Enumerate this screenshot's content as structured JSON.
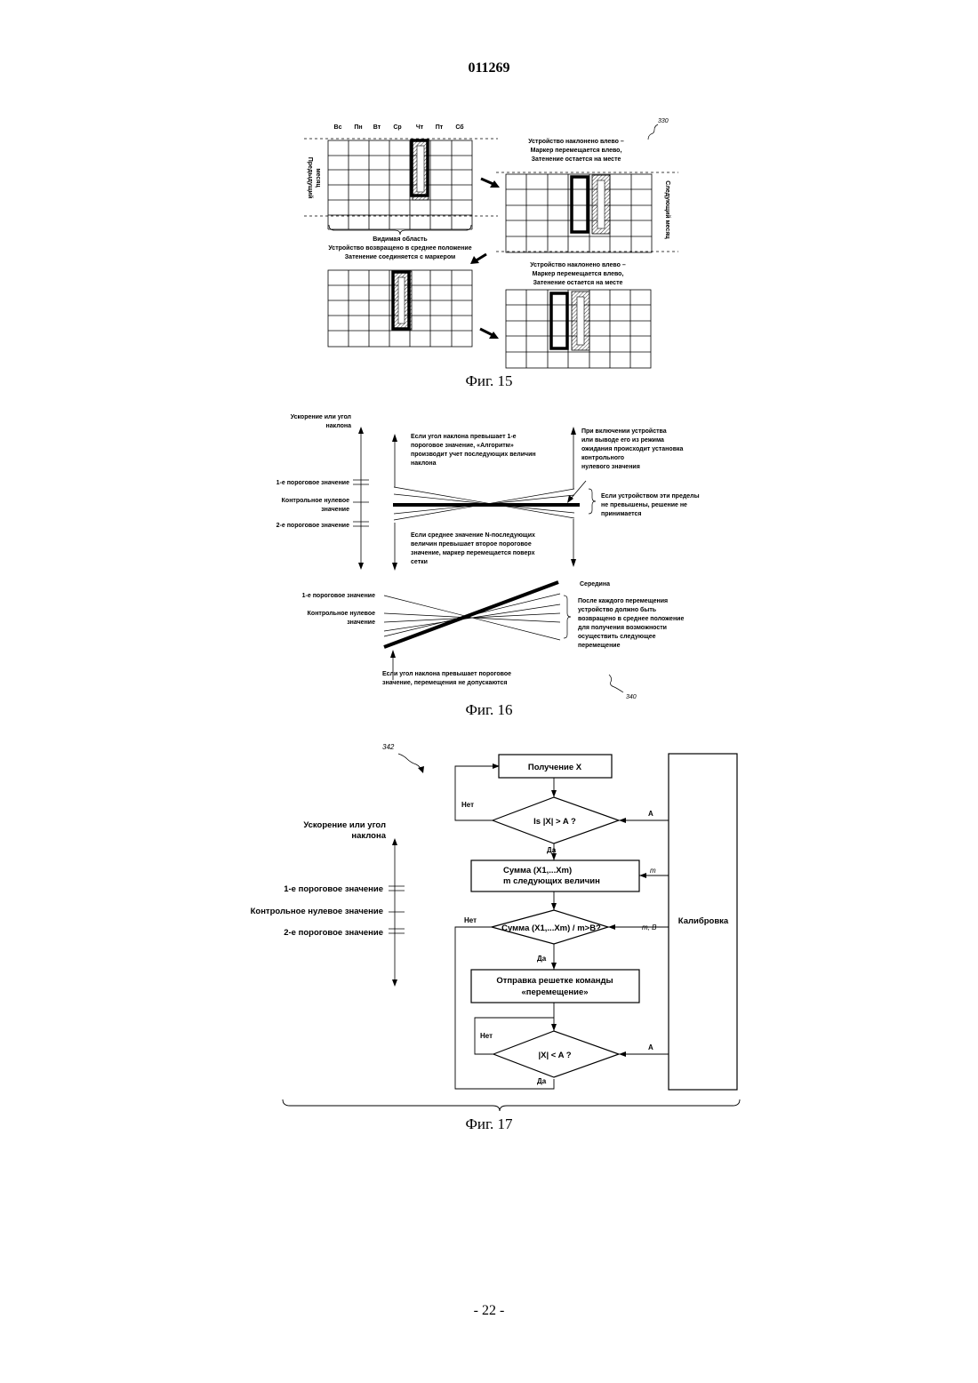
{
  "doc_number": "011269",
  "page_number": "- 22 -",
  "fig15": {
    "caption": "Фиг. 15",
    "ref": "330",
    "day_headers": [
      "Вс",
      "Пн",
      "Вт",
      "Ср",
      "Чт",
      "Пт",
      "Сб"
    ],
    "prev_month_label": [
      "Предыдущий",
      "месяц"
    ],
    "next_month_label": "Следующий месяц",
    "visible_area_text": [
      "Видимая область",
      "Устройство возвращено в среднее положение",
      "Затенение соединяется с маркером"
    ],
    "tilt_text_1": [
      "Устройство наклонено влево –",
      "Маркер перемещается влево,",
      "Затенение остается на месте"
    ],
    "tilt_text_2": [
      "Устройство наклонено влево –",
      "Маркер перемещается влево,",
      "Затенение остается на месте"
    ]
  },
  "fig16": {
    "caption": "Фиг. 16",
    "ref": "340",
    "axis_title": [
      "Ускорение или угол",
      "наклона"
    ],
    "threshold1": "1-е пороговое значение",
    "zero_ref": [
      "Контрольное нулевое",
      "значение"
    ],
    "threshold2": "2-е пороговое значение",
    "exceed_first": [
      "Если  угол наклона превышает 1-е",
      "пороговое значение, «Алгоритм»",
      "производит учет последующих величин",
      "наклона"
    ],
    "power_on": [
      "При включении устройства",
      "или выводе его из режима",
      "ожидания происходит установка",
      "контрольного",
      "нулевого значения"
    ],
    "limits_not_exceeded": [
      "Если  устройством эти пределы",
      "не превышены, решение не",
      "принимается"
    ],
    "avg_exceeds": [
      "Если  среднее значение N-последующих",
      "величин превышает второе пороговое",
      "значение, маркер перемещается поверх",
      "сетки"
    ],
    "middle": "Середина",
    "after_move": [
      "После каждого перемещения",
      "устройство должно быть",
      "возвращено в среднее положение",
      "для получения возможности",
      "осуществить следующее",
      "перемещение"
    ],
    "no_moves": [
      "Если угол наклона превышает пороговое",
      "значение, перемещения не допускаются"
    ]
  },
  "fig17": {
    "caption": "Фиг. 17",
    "ref": "342",
    "axis_title": [
      "Ускорение или угол",
      "наклона"
    ],
    "threshold1": "1-е пороговое значение",
    "zero_ref": "Контрольное нулевое значение",
    "threshold2": "2-е пороговое значение",
    "receive": "Получение X",
    "cond1": "Is |X| > A ?",
    "sum": [
      "Сумма  (X1,...Xm)",
      "m следующих величин"
    ],
    "cond2": "Сумма  (X1,...Xm) / m>B?",
    "send": [
      "Отправка решетке команды",
      "«перемещение»"
    ],
    "cond3": "|X| < A ?",
    "calibration": "Калибровка",
    "no": "Нет",
    "yes": "Да",
    "a": "A",
    "m": "m",
    "mb": "m, B"
  }
}
